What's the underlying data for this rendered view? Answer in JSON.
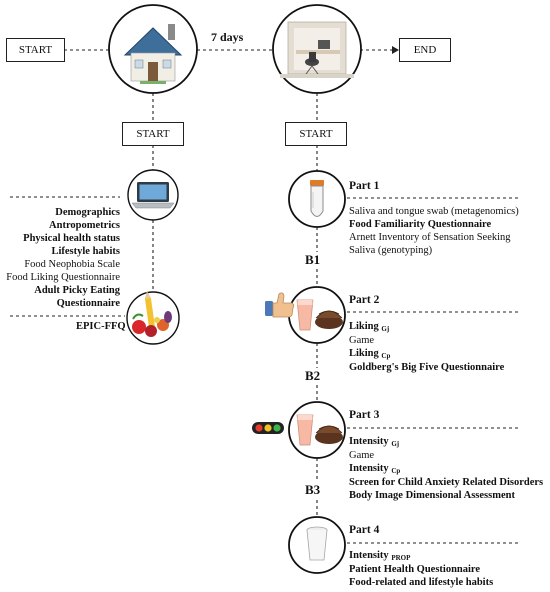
{
  "header": {
    "start_label": "START",
    "end_label": "END",
    "days_label": "7 days"
  },
  "left_column": {
    "start_label": "START",
    "home_items": [
      {
        "text": "Demographics",
        "bold": true
      },
      {
        "text": "Antropometrics",
        "bold": true
      },
      {
        "text": "Physical health status",
        "bold": true
      },
      {
        "text": "Lifestyle habits",
        "bold": true
      },
      {
        "text": "Food Neophobia Scale",
        "bold": false
      },
      {
        "text": "Food Liking Questionnaire",
        "bold": false
      },
      {
        "text": "Adult Picky Eating",
        "bold": true
      },
      {
        "text": "Questionnaire",
        "bold": true
      }
    ],
    "ffq_label": "EPIC-FFQ"
  },
  "right_column": {
    "start_label": "START",
    "part1": {
      "title": "Part 1",
      "items": [
        {
          "text": "Saliva and tongue swab (metagenomics)",
          "bold": false
        },
        {
          "text": "Food Familiarity Questionnaire",
          "bold": true
        },
        {
          "text": "Arnett Inventory of Sensation Seeking",
          "bold": false
        },
        {
          "text": "Saliva (genotyping)",
          "bold": false
        }
      ]
    },
    "break1": "B1",
    "part2": {
      "title": "Part 2",
      "liking_gj": "Liking",
      "liking_gj_sub": "Gj",
      "game": "Game",
      "liking_cp": "Liking",
      "liking_cp_sub": "Cp",
      "big_five": "Goldberg's Big Five Questionnaire"
    },
    "break2": "B2",
    "part3": {
      "title": "Part 3",
      "intensity_gj": "Intensity",
      "intensity_gj_sub": "Gj",
      "game": "Game",
      "intensity_cp": "Intensity",
      "intensity_cp_sub": "Cp",
      "scared": "Screen for Child Anxiety Related Disorders",
      "bida": "Body Image Dimensional Assessment"
    },
    "break3": "B3",
    "part4": {
      "title": "Part 4",
      "intensity_prop": "Intensity",
      "intensity_prop_sub": "PROP",
      "phq": "Patient Health Questionnaire",
      "habits": "Food-related and lifestyle habits"
    }
  },
  "icons": [
    "house-icon",
    "cubicle-icon",
    "laptop-icon",
    "fruit-pencil-icon",
    "test-tube-icon",
    "thumbs-up-icon",
    "juice-chocolate-icon",
    "traffic-light-icon",
    "empty-cup-icon"
  ]
}
